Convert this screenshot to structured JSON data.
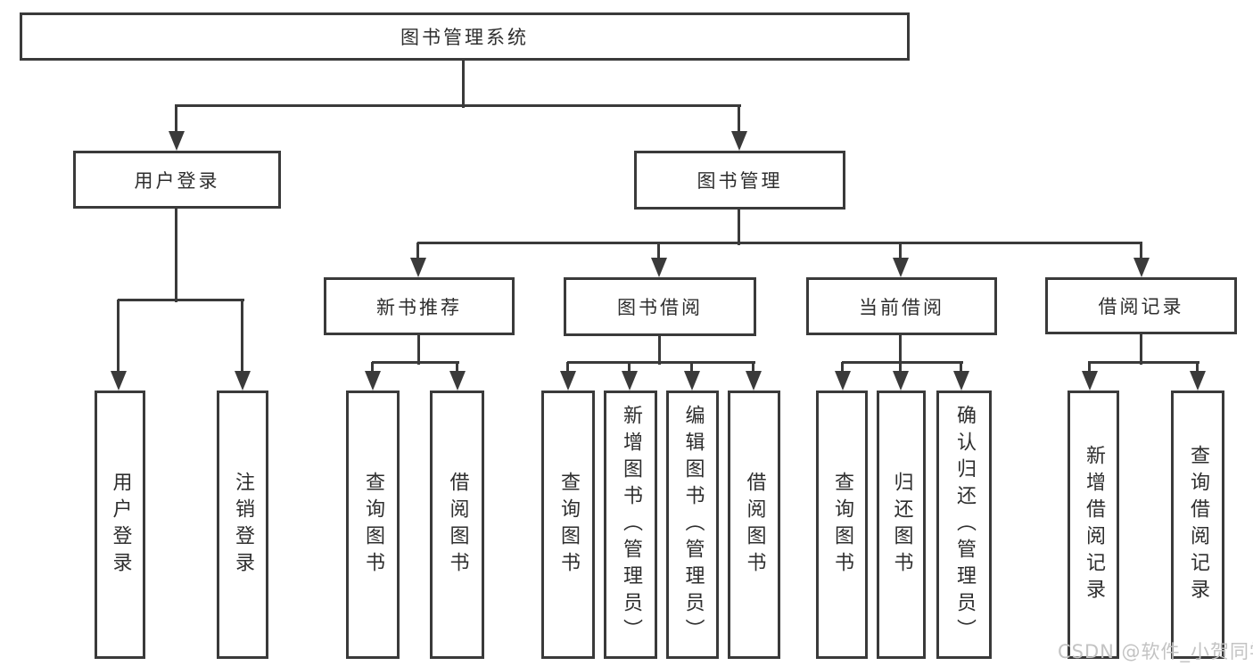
{
  "nodes": {
    "root": "图书管理系统",
    "user_login": "用户登录",
    "book_mgmt": "图书管理",
    "login": "用户登录",
    "logout": "注销登录",
    "new_rec": "新书推荐",
    "book_borrow": "图书借阅",
    "current_borrow": "当前借阅",
    "borrow_records": "借阅记录",
    "rec_query_books": "查询图书",
    "rec_borrow_books": "借阅图书",
    "bb_query_books": "查询图书",
    "bb_add_books": "新增图书（管理员）",
    "bb_edit_books": "编辑图书（管理员）",
    "bb_borrow_books": "借阅图书",
    "cb_query_books": "查询图书",
    "cb_return_books": "归还图书",
    "cb_confirm_return": "确认归还（管理员）",
    "br_add_record": "新增借阅记录",
    "br_query_record": "查询借阅记录"
  },
  "hierarchy": {
    "图书管理系统": {
      "用户登录": [
        "用户登录",
        "注销登录"
      ],
      "图书管理": {
        "新书推荐": [
          "查询图书",
          "借阅图书"
        ],
        "图书借阅": [
          "查询图书",
          "新增图书（管理员）",
          "编辑图书（管理员）",
          "借阅图书"
        ],
        "当前借阅": [
          "查询图书",
          "归还图书",
          "确认归还（管理员）"
        ],
        "借阅记录": [
          "新增借阅记录",
          "查询借阅记录"
        ]
      }
    }
  },
  "watermark": "CSDN @软件_小贺同学",
  "colors": {
    "line": "#3a3a3a",
    "text": "#2e2e2e",
    "watermark": "#c3c3c3",
    "background": "#ffffff"
  }
}
